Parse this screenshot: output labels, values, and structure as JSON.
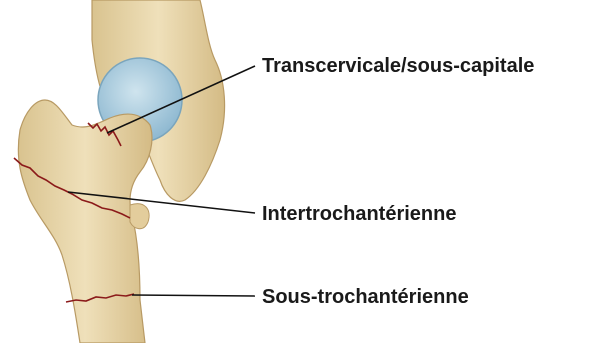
{
  "labels": {
    "transcervical": "Transcervicale/sous-capitale",
    "intertrochanteric": "Intertrochantérienne",
    "subtrochanteric": "Sous-trochantérienne"
  },
  "colors": {
    "bone": "#e8d7ae",
    "bone_shadow": "#c9b07c",
    "cartilage": "#a9cde0",
    "fracture_line": "#8b1a1a",
    "leader_line": "#111111"
  }
}
